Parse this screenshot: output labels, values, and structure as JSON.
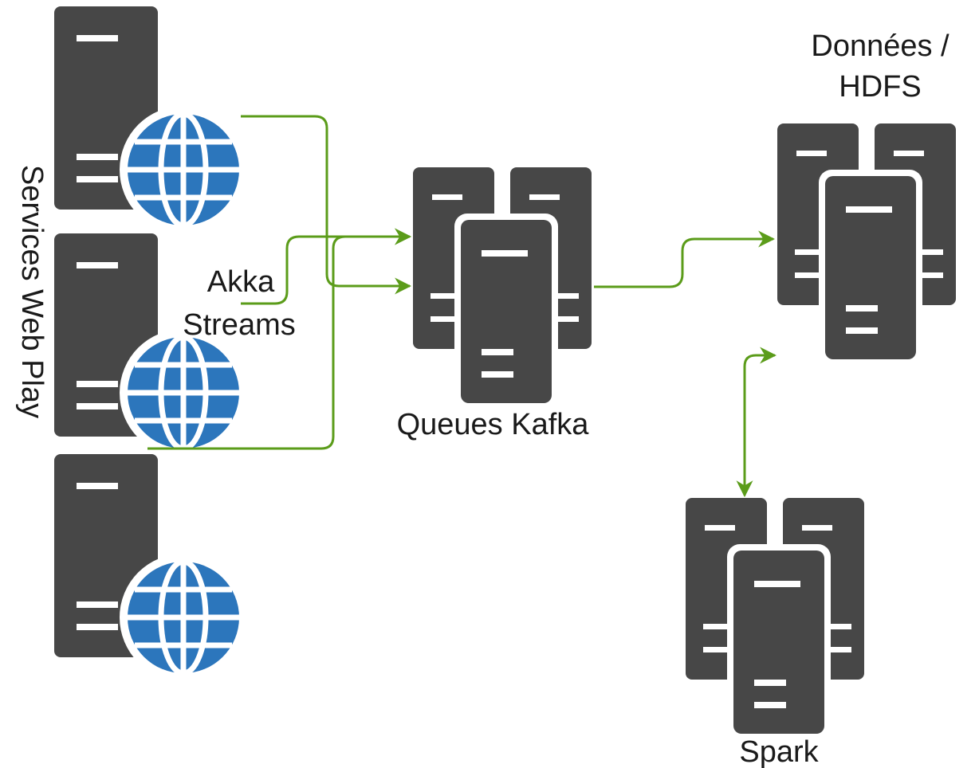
{
  "labels": {
    "web_services": "Services Web Play",
    "akka_line1": "Akka",
    "akka_line2": "Streams",
    "kafka": "Queues Kafka",
    "hdfs_line1": "Données /",
    "hdfs_line2": "HDFS",
    "spark": "Spark"
  },
  "nodes": [
    {
      "id": "web-server-1",
      "icon": "web-server-icon"
    },
    {
      "id": "web-server-2",
      "icon": "web-server-icon"
    },
    {
      "id": "web-server-3",
      "icon": "web-server-icon"
    },
    {
      "id": "kafka-cluster",
      "icon": "server-cluster-icon"
    },
    {
      "id": "hdfs-cluster",
      "icon": "server-cluster-icon"
    },
    {
      "id": "spark-cluster",
      "icon": "server-cluster-icon"
    }
  ],
  "edges": [
    {
      "from": "web-server-1",
      "to": "kafka-cluster",
      "arrow": "end"
    },
    {
      "from": "web-server-2",
      "to": "kafka-cluster",
      "arrow": "end"
    },
    {
      "from": "web-server-3",
      "to": "kafka-cluster",
      "arrow": "end"
    },
    {
      "from": "kafka-cluster",
      "to": "hdfs-cluster",
      "arrow": "end"
    },
    {
      "from": "spark-cluster",
      "to": "hdfs-cluster",
      "arrow": "both"
    }
  ],
  "colors": {
    "server": "#474747",
    "globe": "#2c76bc",
    "edge": "#5b9c1a"
  }
}
